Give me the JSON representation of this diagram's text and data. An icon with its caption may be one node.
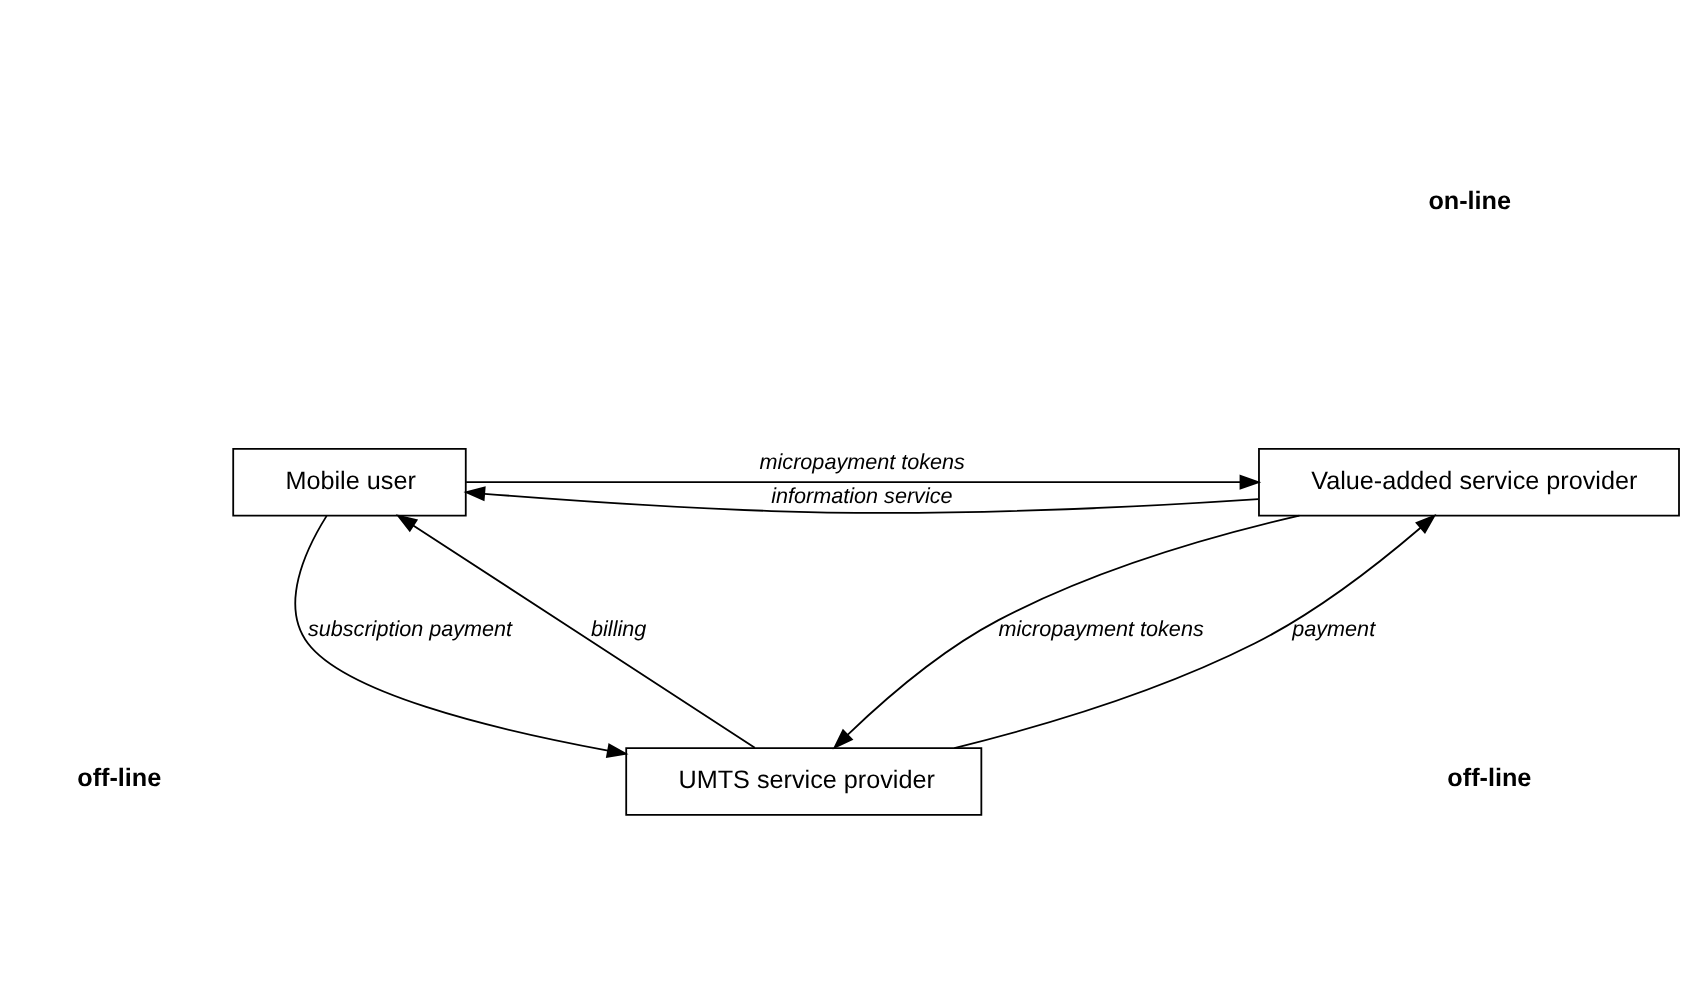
{
  "diagram": {
    "nodes": [
      {
        "text": [
          "Mobile user"
        ]
      },
      {
        "text": [
          "Value-added service provider"
        ]
      },
      {
        "text": [
          "UMTS service provider"
        ]
      }
    ],
    "edges": [
      {
        "from": 0,
        "to": 1,
        "arrow": "to",
        "label": "micropayment tokens"
      },
      {
        "from": 1,
        "to": 0,
        "arrow": "to",
        "label": "information service"
      },
      {
        "from": 0,
        "to": 2,
        "arrow": "to",
        "label": "subscription payment"
      },
      {
        "from": 2,
        "to": 0,
        "arrow": "to",
        "label": "billing"
      },
      {
        "from": 2,
        "to": 1,
        "arrow": "to",
        "label": "payment"
      },
      {
        "from": 1,
        "to": 2,
        "arrow": "to",
        "label": "micropayment tokens"
      }
    ],
    "labels": [
      "on-line",
      "off-line",
      "off-line"
    ]
  }
}
